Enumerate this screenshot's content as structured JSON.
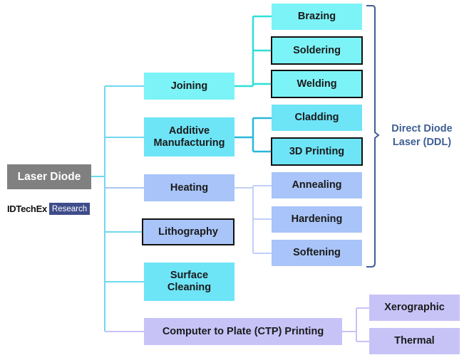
{
  "root": {
    "label": "Laser Diode"
  },
  "branches": {
    "joining": "Joining",
    "additive": "Additive\nManufacturing",
    "heating": "Heating",
    "lithography": "Lithography",
    "surface_cleaning": "Surface\nCleaning",
    "ctp": "Computer to Plate (CTP) Printing"
  },
  "leaves": {
    "brazing": "Brazing",
    "soldering": "Soldering",
    "welding": "Welding",
    "cladding": "Cladding",
    "printing_3d": "3D Printing",
    "annealing": "Annealing",
    "hardening": "Hardening",
    "softening": "Softening",
    "xerographic": "Xerographic",
    "thermal": "Thermal"
  },
  "bracket_label": "Direct Diode\nLaser (DDL)",
  "logo": {
    "name": "IDTechEx",
    "tag": "Research"
  },
  "colors": {
    "joining": "#7cf3f7",
    "additive": "#6ee4f7",
    "heating": "#a8c4f8",
    "ctp": "#c7c3f7",
    "bracket": "#3f5f94",
    "trunk_line": "#6fd8ef"
  }
}
